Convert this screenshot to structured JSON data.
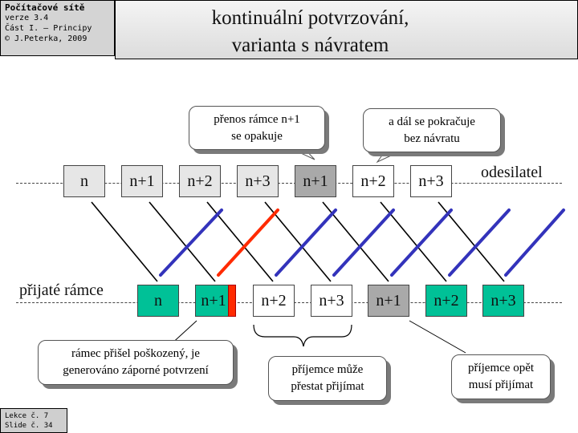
{
  "header": {
    "course": "Počítačové sítě",
    "version": "verze 3.4",
    "part": "Část I. – Principy",
    "copyright": "© J.Peterka, 2009",
    "title_line1": "kontinuální potvrzování,",
    "title_line2": "varianta s návratem"
  },
  "footer": {
    "lesson": "Lekce č. 7",
    "slide": "Slide č. 34"
  },
  "sender": {
    "label": "odesilatel",
    "frames": [
      {
        "label": "n",
        "state": "sent"
      },
      {
        "label": "n+1",
        "state": "sent"
      },
      {
        "label": "n+2",
        "state": "sent"
      },
      {
        "label": "n+3",
        "state": "sent"
      },
      {
        "label": "n+1",
        "state": "retransmitted"
      },
      {
        "label": "n+2",
        "state": "sent"
      },
      {
        "label": "n+3",
        "state": "sent"
      }
    ]
  },
  "receiver": {
    "label": "přijaté rámce",
    "frames": [
      {
        "label": "n",
        "state": "accepted"
      },
      {
        "label": "n+1",
        "state": "damaged"
      },
      {
        "label": "n+2",
        "state": "discarded"
      },
      {
        "label": "n+3",
        "state": "discarded"
      },
      {
        "label": "n+1",
        "state": "pending"
      },
      {
        "label": "n+2",
        "state": "accepted"
      },
      {
        "label": "n+3",
        "state": "accepted"
      }
    ]
  },
  "callouts": {
    "retransmit": [
      "přenos rámce n+1",
      "se opakuje"
    ],
    "continue": [
      "a dál se pokračuje",
      "bez návratu"
    ],
    "damaged": [
      "rámec přišel poškozený, je",
      "generováno záporné potvrzení"
    ],
    "can_stop": [
      "příjemce může",
      "přestat přijímat"
    ],
    "must_accept": [
      "příjemce opět",
      "musí přijímat"
    ]
  },
  "colors": {
    "accepted": "#00c197",
    "ack": "#3333bb",
    "nak": "#ff2a00",
    "data_line": "#000000",
    "retransmitted": "#a9a9a9"
  }
}
